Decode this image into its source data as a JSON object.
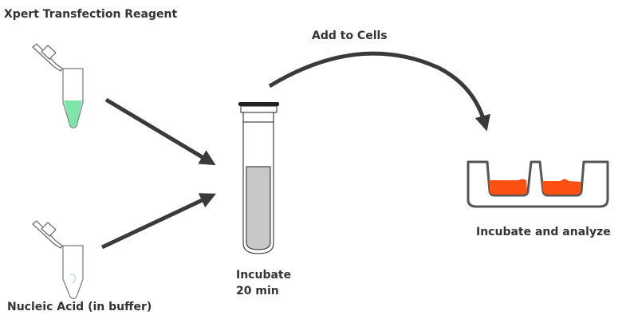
{
  "labels": {
    "reagent": "Xpert Transfection Reagent",
    "nucleic_acid": "Nucleic Acid (in buffer)",
    "add_to_cells": "Add to Cells",
    "incubate_line1": "Incubate",
    "incubate_line2": "20 min",
    "analyze": "Incubate and analyze"
  },
  "colors": {
    "reagent_liquid": "#7ee6a8",
    "mix_liquid": "#c8c8c8",
    "cells": "#ff5014",
    "arrow": "#3a3a3a"
  }
}
